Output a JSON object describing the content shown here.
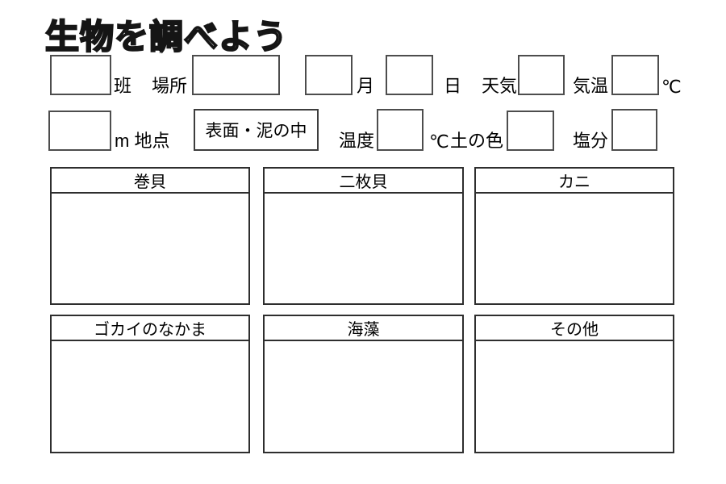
{
  "title": "生物を調べよう",
  "fields": {
    "group": {
      "label": "班",
      "value": ""
    },
    "location": {
      "label": "場所",
      "value": ""
    },
    "month": {
      "label": "月",
      "value": ""
    },
    "day": {
      "label": "日",
      "value": ""
    },
    "weather": {
      "label": "天気",
      "value": ""
    },
    "air_temp": {
      "label": "気温",
      "unit": "℃",
      "value": ""
    },
    "distance": {
      "label": "m 地点",
      "value": ""
    },
    "surface_choice": {
      "text": "表面・泥の中"
    },
    "water_temp": {
      "label": "温度",
      "unit": "℃",
      "value": ""
    },
    "soil_color": {
      "label": "土の色",
      "value": ""
    },
    "salinity": {
      "label": "塩分",
      "value": ""
    }
  },
  "grid": {
    "cells": [
      {
        "label": "巻貝"
      },
      {
        "label": "二枚貝"
      },
      {
        "label": "カニ"
      },
      {
        "label": "ゴカイのなかま"
      },
      {
        "label": "海藻"
      },
      {
        "label": "その他"
      }
    ]
  },
  "colors": {
    "box_border": "#4d4d4d",
    "grid_border": "#2e2e2e",
    "text": "#000000",
    "background": "#ffffff"
  }
}
